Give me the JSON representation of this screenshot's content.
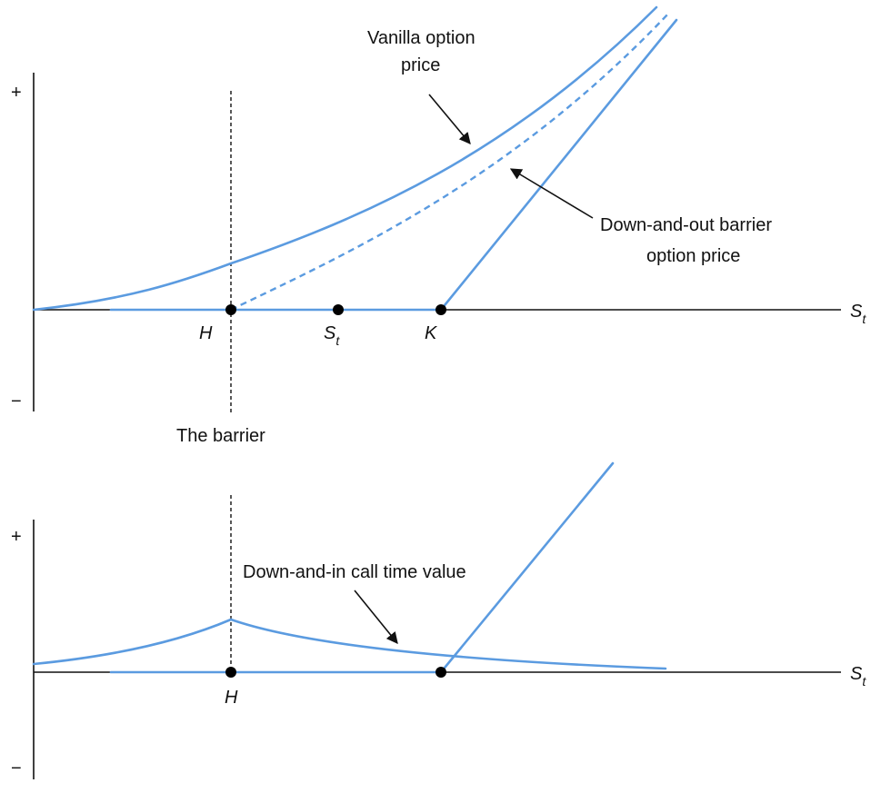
{
  "colors": {
    "curve": "#5b9be0",
    "axis": "#111111",
    "marker": "#000000"
  },
  "top_panel": {
    "y_plus": "+",
    "y_minus": "−",
    "x_axis_label": "S",
    "x_axis_sub": "t",
    "barrier_label": "The barrier",
    "points": {
      "H": "H",
      "St": "S",
      "St_sub": "t",
      "K": "K"
    },
    "annotations": {
      "vanilla_line1": "Vanilla option",
      "vanilla_line2": "price",
      "dao_line1": "Down-and-out barrier",
      "dao_line2": "option price"
    }
  },
  "bottom_panel": {
    "y_plus": "+",
    "y_minus": "−",
    "x_axis_label": "S",
    "x_axis_sub": "t",
    "points": {
      "H": "H"
    },
    "annotations": {
      "dai_label": "Down-and-in call time value"
    }
  }
}
